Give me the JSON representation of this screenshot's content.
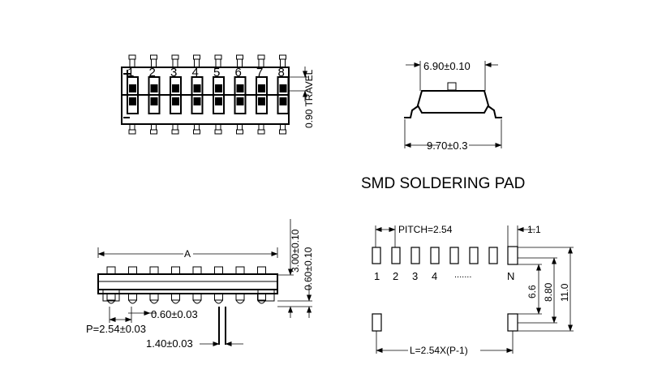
{
  "top_view": {
    "switch_numbers": [
      "1",
      "2",
      "3",
      "4",
      "5",
      "6",
      "7",
      "8"
    ],
    "dim_travel": "0.90 TRAVEL"
  },
  "side_view": {
    "dim_top": "6.90±0.10",
    "dim_bottom": "9.70±0.3"
  },
  "pad_layout": {
    "title": "SMD SOLDERING PAD",
    "pitch": "PITCH=2.54",
    "dim_1_1": "1.1",
    "pad_labels": [
      "1",
      "2",
      "3",
      "4"
    ],
    "dots": ".......",
    "last_label": "N",
    "dim_6_6": "6.6",
    "dim_8_80": "8.80",
    "dim_11_0": "11.0",
    "dim_L": "L=2.54X(P-1)"
  },
  "front_view": {
    "dim_A": "A",
    "dim_3_00": "3.00±0.10",
    "dim_0_60_v": "0.60±0.10",
    "dim_0_60_h": "0.60±0.03",
    "dim_P": "P=2.54±0.03",
    "dim_1_40": "1.40±0.03"
  }
}
